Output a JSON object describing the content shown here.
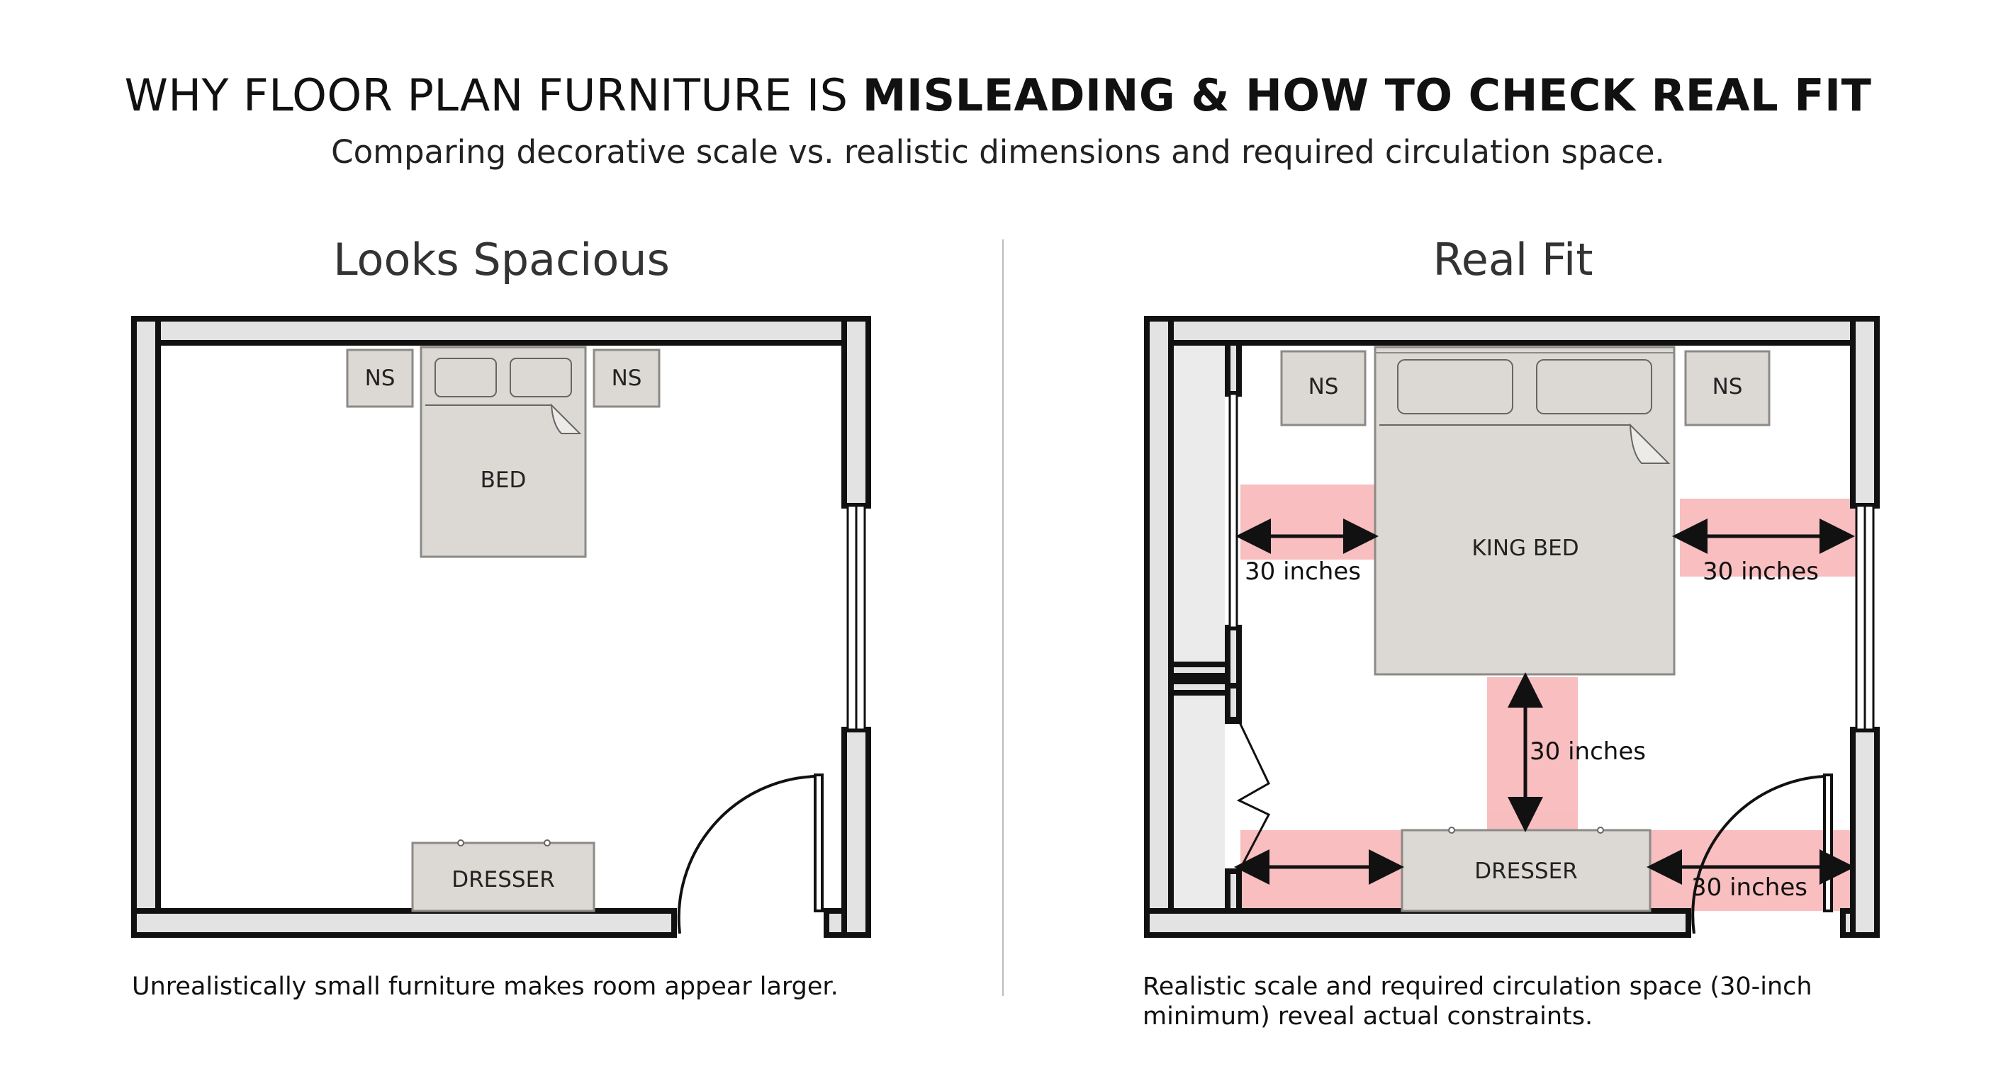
{
  "header": {
    "title_plain": "WHY FLOOR PLAN FURNITURE IS ",
    "title_bold": "MISLEADING & HOW TO CHECK REAL FIT",
    "subtitle": "Comparing decorative scale vs. realistic dimensions and required circulation space."
  },
  "left": {
    "title": "Looks Spacious",
    "ns_left": "NS",
    "ns_right": "NS",
    "bed": "BED",
    "dresser": "DRESSER",
    "caption": "Unrealistically small furniture makes room appear larger."
  },
  "right": {
    "title": "Real Fit",
    "ns_left": "NS",
    "ns_right": "NS",
    "bed": "KING BED",
    "dresser": "DRESSER",
    "dim_left": "30 inches",
    "dim_right": "30 inches",
    "dim_center": "30 inches",
    "dim_bottom_right": "30 inches",
    "caption_line1": "Realistic scale and required circulation space (30-inch",
    "caption_line2": "minimum) reveal actual constraints."
  },
  "colors": {
    "wall_outline": "#111111",
    "wall_fill": "#e3e3e3",
    "furniture_fill": "#dcd9d4",
    "furniture_stroke": "#8c8a86",
    "clearance": "#f7b3b5"
  }
}
